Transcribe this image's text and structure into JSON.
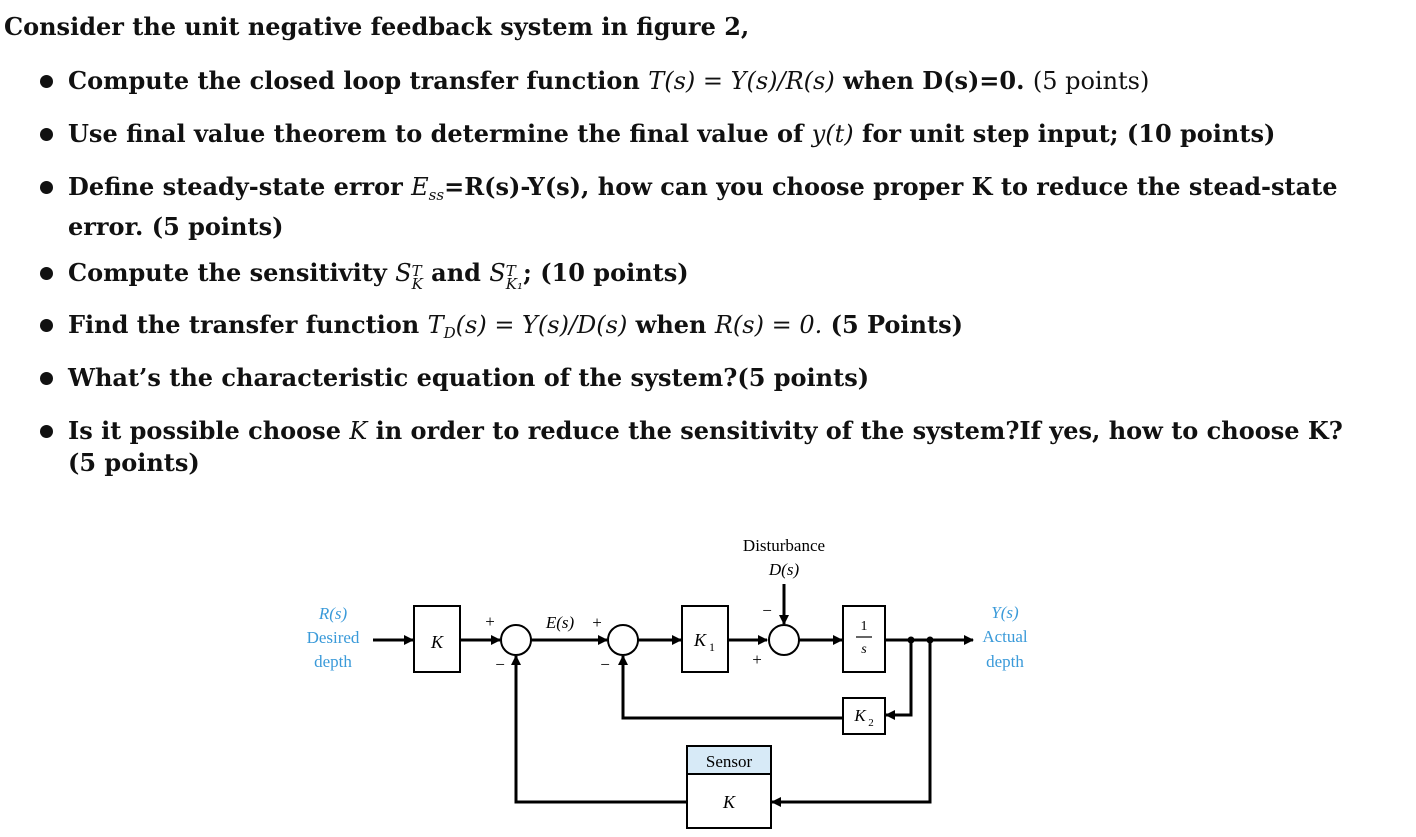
{
  "intro": "Consider the unit negative feedback system in figure 2,",
  "questions": [
    {
      "p1": "Compute the closed loop transfer function ",
      "math1": "T(s) = Y(s)/R(s)",
      "p2": " when D(s)=0. ",
      "pts": "(5 points)"
    },
    {
      "p1": "Use final value theorem to determine the final value of ",
      "math1": "y(t)",
      "p2": " for unit step input; (10 points)"
    },
    {
      "p1": "Define steady-state error ",
      "e": "E",
      "e_sub": "ss",
      "p2": "=R(s)-Y(s), how can you choose proper K to reduce the stead-state",
      "p3": "error. (5 points)"
    },
    {
      "p1": "Compute the sensitivity ",
      "s1": "S",
      "s1_sup": "T",
      "s1_sub": "K",
      "and": " and ",
      "s2": "S",
      "s2_sup": "T",
      "s2_sub": "K₁",
      "p2": "; (10 points)"
    },
    {
      "p1": "Find the transfer function ",
      "math1": "T",
      "math1_sub": "D",
      "math2": "(s) = Y(s)/D(s)",
      "p2": " when ",
      "math3": "R(s) = 0.",
      "p3": " (5 Points)"
    },
    {
      "p1": "What’s the characteristic equation of the system?(5 points)"
    },
    {
      "p1": "Is it possible choose ",
      "math1": "K",
      "p2": " in order to reduce the sensitivity of the system?If yes, how to choose K?",
      "p3": "(5 points)"
    }
  ],
  "diagram": {
    "input_signal": "R(s)",
    "input_desc1": "Desired",
    "input_desc2": "depth",
    "gain_k": "K",
    "plus_1": "+",
    "minus_1": "−",
    "error_signal": "E(s)",
    "plus_2": "+",
    "minus_2": "−",
    "gain_k1": "K",
    "gain_k1_sub": "1",
    "disturbance_label": "Disturbance",
    "disturbance_signal": "D(s)",
    "minus_3": "−",
    "plus_3": "+",
    "integrator_num": "1",
    "integrator_den": "s",
    "gain_k2": "K",
    "gain_k2_sub": "2",
    "output_signal": "Y(s)",
    "output_desc1": "Actual",
    "output_desc2": "depth",
    "sensor_title": "Sensor",
    "sensor_gain": "K",
    "colors": {
      "signal_label": "#3a9ad9",
      "sensor_header": "#d7eaf7",
      "line": "#000000"
    }
  }
}
